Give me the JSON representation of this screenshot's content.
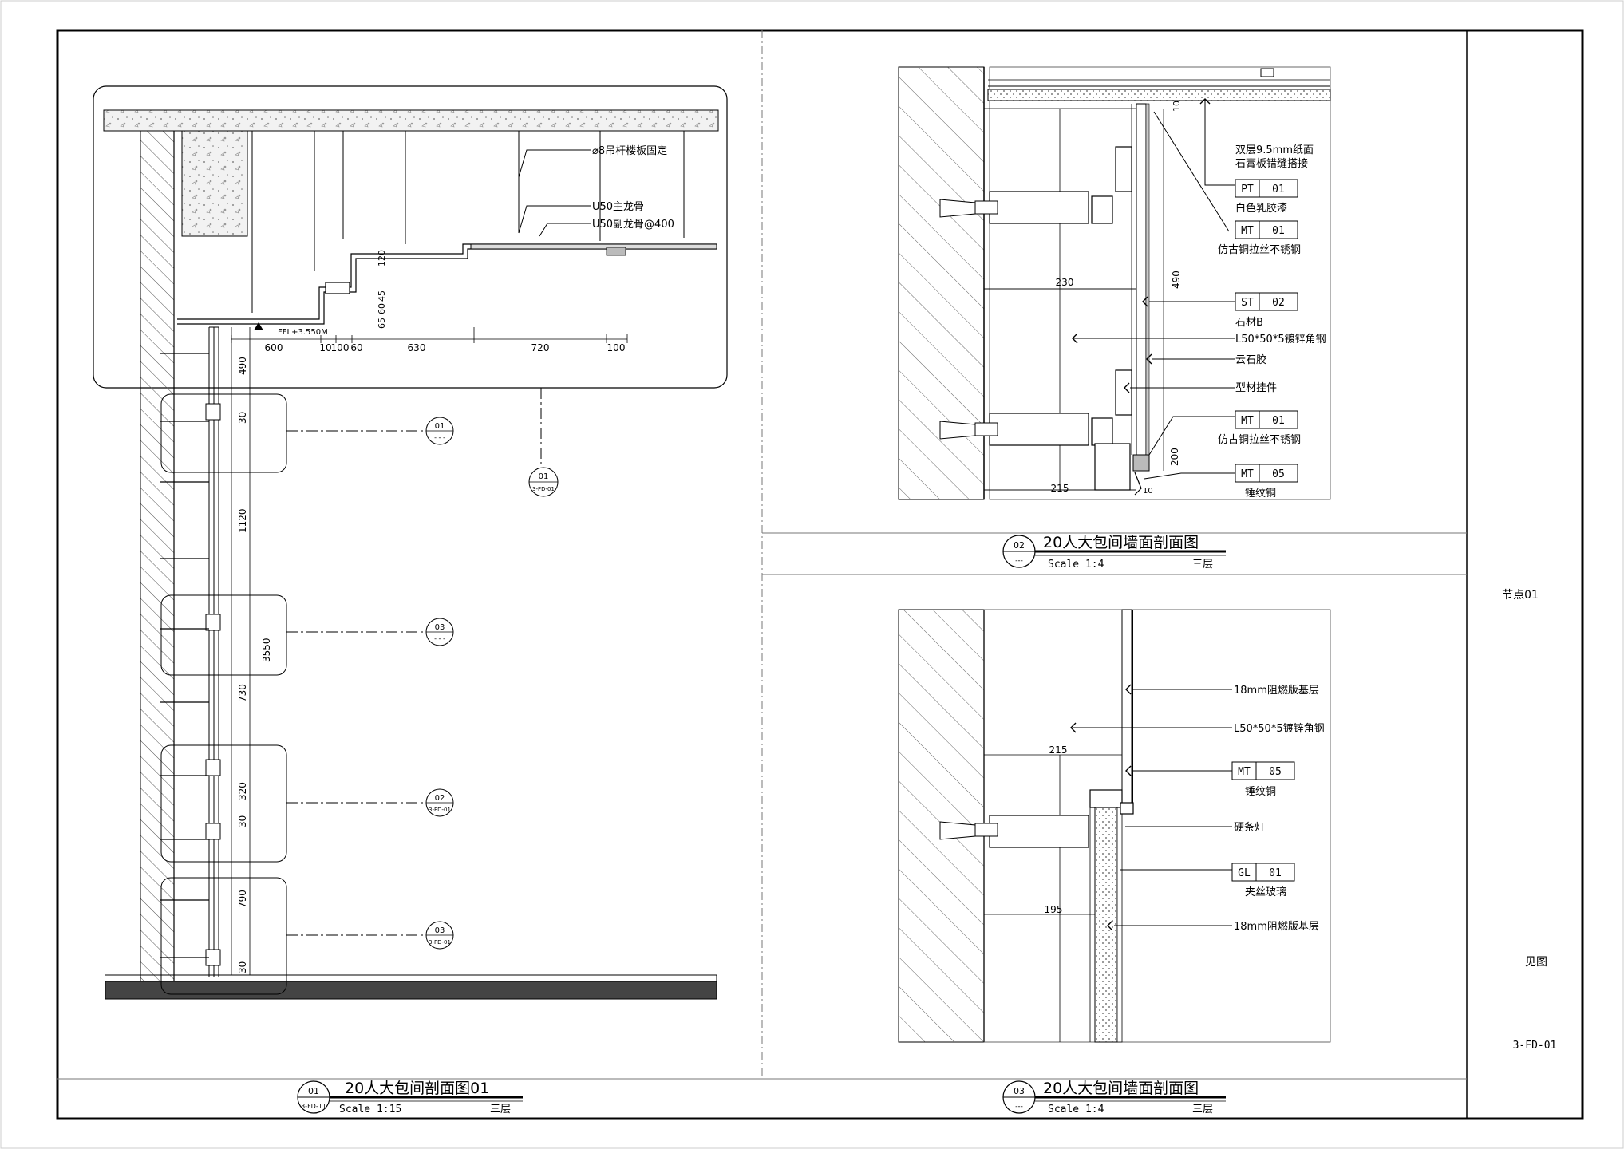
{
  "sheet": {
    "node_label": "节点01",
    "see_label": "见图",
    "drawing_no": "3-FD-01"
  },
  "section01": {
    "title": "20人大包间剖面图01",
    "tag_num": "01",
    "tag_ref": "3-FD-11",
    "scale": "Scale 1:15",
    "floor": "三层",
    "notes": {
      "hanger": "⌀8吊杆楼板固定",
      "main_keel": "U50主龙骨",
      "sub_keel": "U50副龙骨@400",
      "ffl": "FFL+3.550M"
    },
    "dims_top": [
      "600",
      "10",
      "100",
      "60",
      "630",
      "720",
      "100"
    ],
    "dims_step": [
      "120",
      "45",
      "60",
      "65"
    ],
    "dims_vert": [
      "490",
      "30",
      "1120",
      "3550",
      "730",
      "320",
      "30",
      "790",
      "30"
    ],
    "callouts": [
      {
        "num": "01",
        "ref": "- - -"
      },
      {
        "num": "03",
        "ref": "- - -"
      },
      {
        "num": "02",
        "ref": "3-FD-01"
      },
      {
        "num": "03",
        "ref": "3-FD-01"
      }
    ],
    "elev_tag": {
      "num": "01",
      "ref": "3-FD-01"
    }
  },
  "section02": {
    "title": "20人大包间墙面剖面图",
    "tag_num": "02",
    "tag_ref": "---",
    "scale": "Scale 1:4",
    "floor": "三层",
    "dims": [
      "10",
      "490",
      "230",
      "215",
      "200",
      "10"
    ],
    "labels": {
      "gypsum": [
        "双层9.5mm纸面",
        "石膏板错缝搭接"
      ],
      "pt01_code": [
        "PT",
        "01"
      ],
      "pt01_text": "白色乳胶漆",
      "mt01a_code": [
        "MT",
        "01"
      ],
      "mt01a_text": "仿古铜拉丝不锈钢",
      "st02_code": [
        "ST",
        "02"
      ],
      "st02_text": "石材B",
      "angle": "L50*50*5镀锌角钢",
      "glue": "云石胶",
      "hanger": "型材挂件",
      "mt01b_code": [
        "MT",
        "01"
      ],
      "mt01b_text": "仿古铜拉丝不锈钢",
      "mt05_code": [
        "MT",
        "05"
      ],
      "mt05_text": "锤纹铜"
    }
  },
  "section03": {
    "title": "20人大包间墙面剖面图",
    "tag_num": "03",
    "tag_ref": "---",
    "scale": "Scale 1:4",
    "floor": "三层",
    "dims": [
      "215",
      "195"
    ],
    "labels": {
      "board1": "18mm阻燃版基层",
      "angle": "L50*50*5镀锌角钢",
      "mt05_code": [
        "MT",
        "05"
      ],
      "mt05_text": "锤纹铜",
      "light": "硬条灯",
      "gl01_code": [
        "GL",
        "01"
      ],
      "gl01_text": "夹丝玻璃",
      "board2": "18mm阻燃版基层"
    }
  }
}
